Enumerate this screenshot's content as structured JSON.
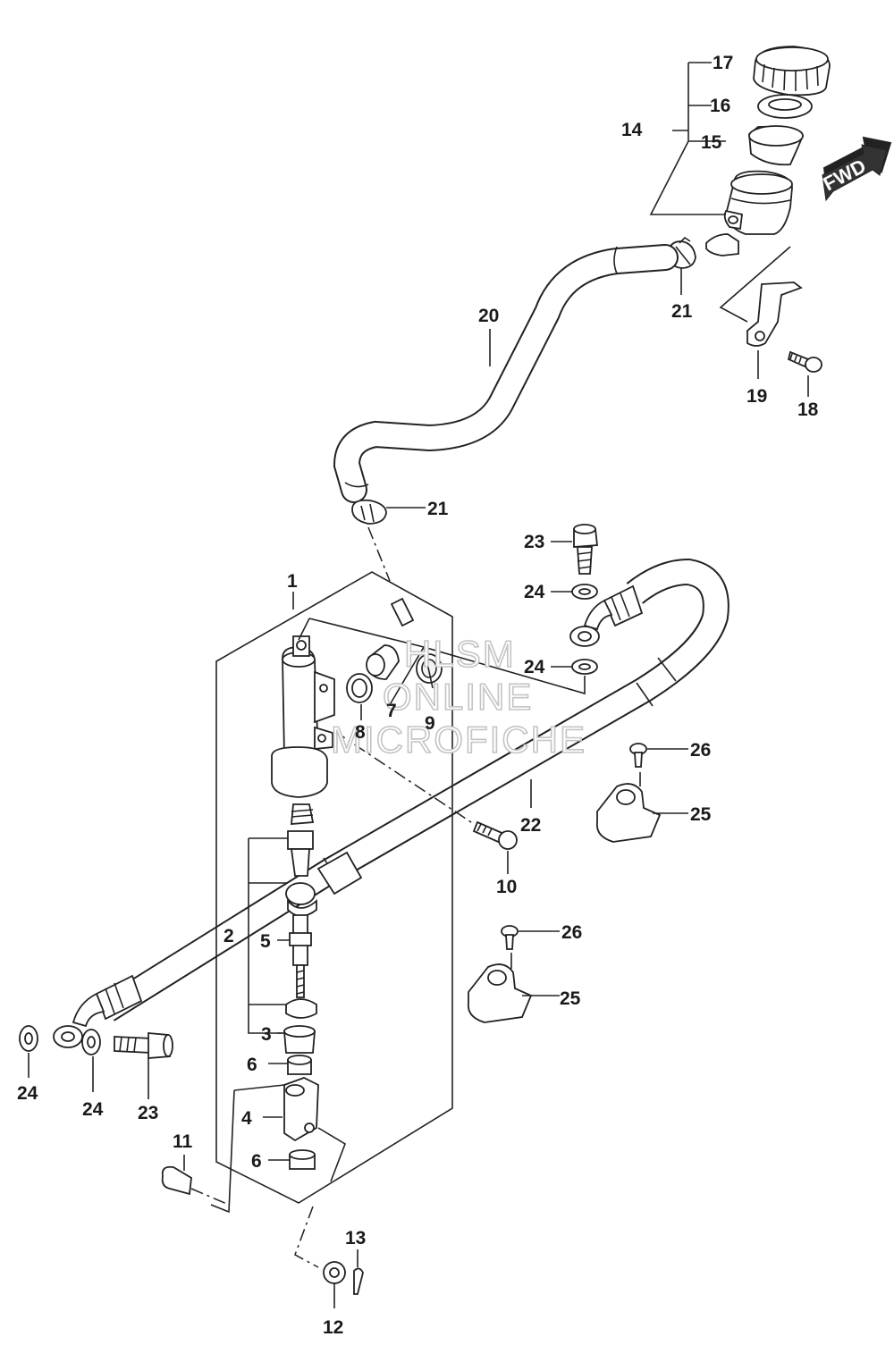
{
  "watermark": {
    "line1": "HLSM",
    "line2": "ONLINE",
    "line3": "MICROFICHE"
  },
  "fwd_label": "FWD",
  "callouts": {
    "c1": "1",
    "c2": "2",
    "c3": "3",
    "c4": "4",
    "c5": "5",
    "c6a": "6",
    "c6b": "6",
    "c7": "7",
    "c8": "8",
    "c9": "9",
    "c10": "10",
    "c11": "11",
    "c12": "12",
    "c13": "13",
    "c14": "14",
    "c15": "15",
    "c16": "16",
    "c17": "17",
    "c18": "18",
    "c19": "19",
    "c20": "20",
    "c21a": "21",
    "c21b": "21",
    "c22": "22",
    "c23a": "23",
    "c23b": "23",
    "c24a": "24",
    "c24b": "24",
    "c24c": "24",
    "c24d": "24",
    "c25a": "25",
    "c25b": "25",
    "c26a": "26",
    "c26b": "26"
  }
}
